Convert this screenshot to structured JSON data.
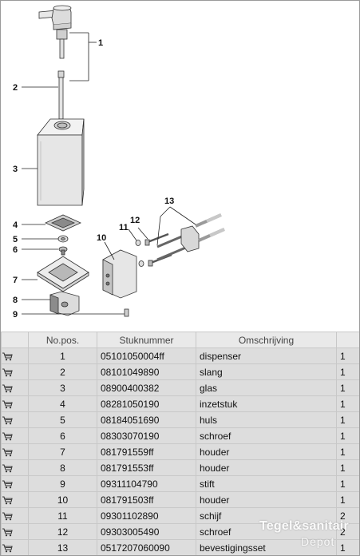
{
  "callouts": [
    "1",
    "2",
    "3",
    "4",
    "5",
    "6",
    "7",
    "8",
    "9",
    "10",
    "11",
    "12",
    "13"
  ],
  "table": {
    "headers": {
      "cart": "",
      "pos": "No.pos.",
      "part": "Stuknummer",
      "desc": "Omschrijving",
      "qty": ""
    },
    "rows": [
      {
        "pos": "1",
        "part": "05101050004ff",
        "desc": "dispenser",
        "qty": "1"
      },
      {
        "pos": "2",
        "part": "08101049890",
        "desc": "slang",
        "qty": "1"
      },
      {
        "pos": "3",
        "part": "08900400382",
        "desc": "glas",
        "qty": "1"
      },
      {
        "pos": "4",
        "part": "08281050190",
        "desc": "inzetstuk",
        "qty": "1"
      },
      {
        "pos": "5",
        "part": "08184051690",
        "desc": "huls",
        "qty": "1"
      },
      {
        "pos": "6",
        "part": "08303070190",
        "desc": "schroef",
        "qty": "1"
      },
      {
        "pos": "7",
        "part": "081791559ff",
        "desc": "houder",
        "qty": "1"
      },
      {
        "pos": "8",
        "part": "081791553ff",
        "desc": "houder",
        "qty": "1"
      },
      {
        "pos": "9",
        "part": "09311104790",
        "desc": "stift",
        "qty": "1"
      },
      {
        "pos": "10",
        "part": "081791503ff",
        "desc": "houder",
        "qty": "1"
      },
      {
        "pos": "11",
        "part": "09301102890",
        "desc": "schijf",
        "qty": "2"
      },
      {
        "pos": "12",
        "part": "09303005490",
        "desc": "schroef",
        "qty": "2"
      },
      {
        "pos": "13",
        "part": "0517207060090",
        "desc": "bevestigingsset",
        "qty": "1"
      }
    ]
  },
  "watermark": {
    "line1": "Tegel&sanitair",
    "line2": "Depot"
  },
  "icons": {
    "cart": "shopping-cart-icon"
  }
}
